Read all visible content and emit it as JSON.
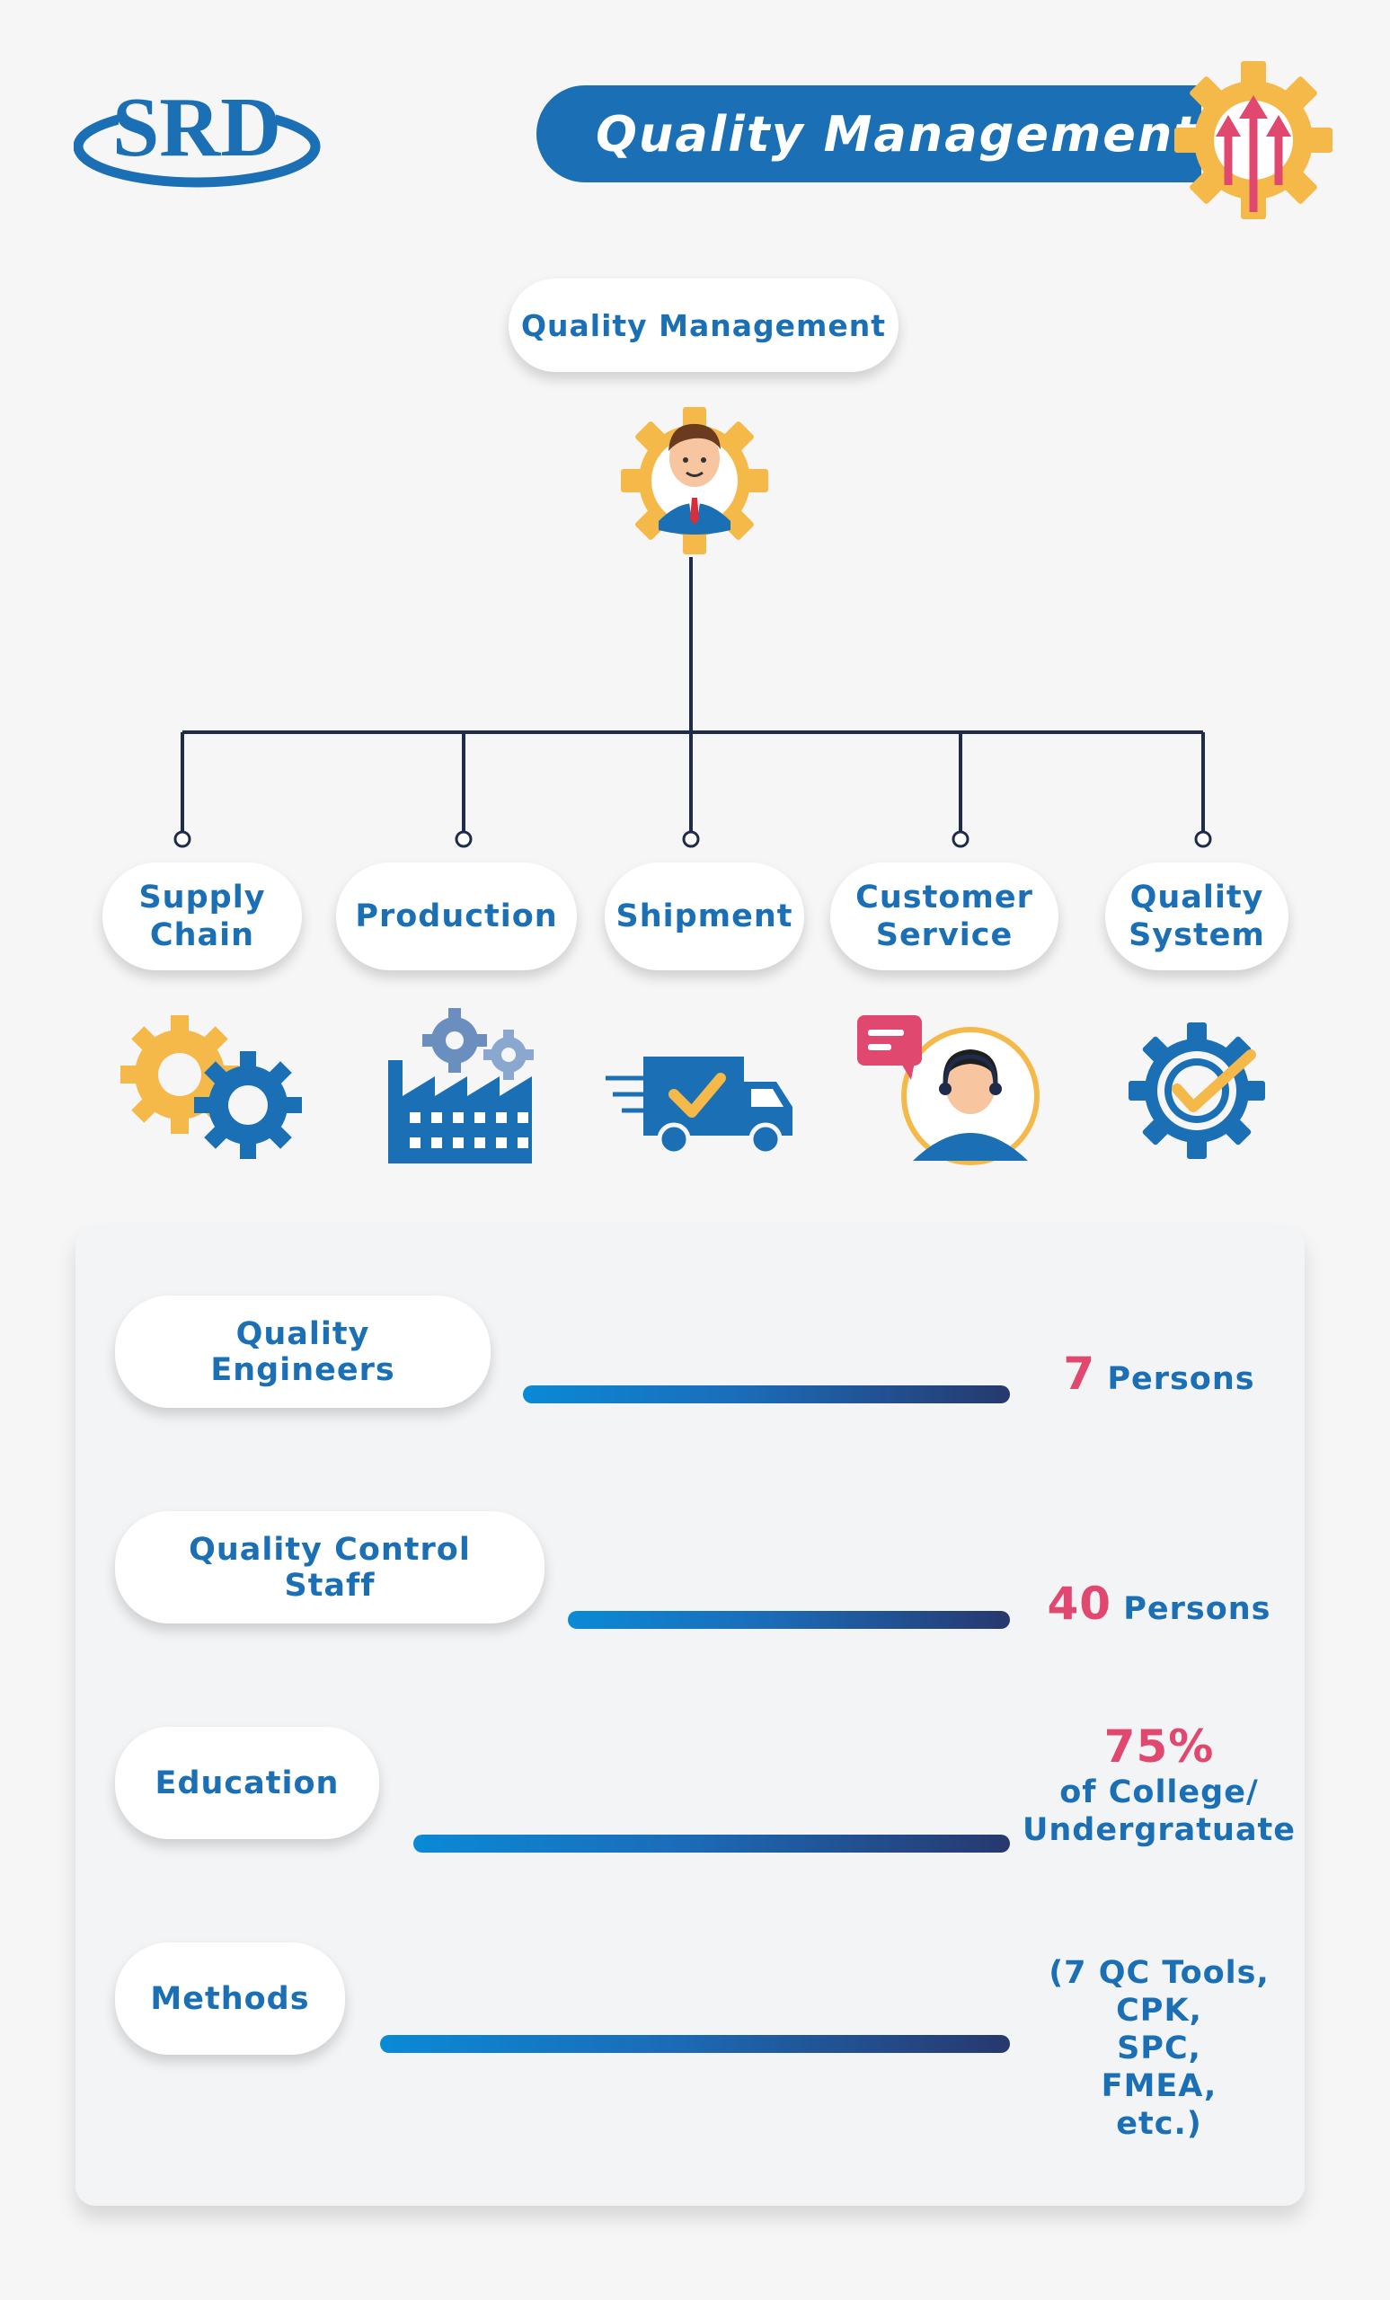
{
  "logo": {
    "text": "SRD"
  },
  "header": {
    "title": "Quality Management",
    "icon": "gear-arrows-up-icon"
  },
  "org": {
    "head": {
      "label": "Quality Management",
      "icon": "manager-gear-icon"
    },
    "departments": [
      {
        "label_lines": [
          "Supply",
          "Chain"
        ],
        "icon": "gears-icon"
      },
      {
        "label_lines": [
          "Production"
        ],
        "icon": "factory-icon"
      },
      {
        "label_lines": [
          "Shipment"
        ],
        "icon": "delivery-truck-icon"
      },
      {
        "label_lines": [
          "Customer",
          "Service"
        ],
        "icon": "support-agent-icon"
      },
      {
        "label_lines": [
          "Quality",
          "System"
        ],
        "icon": "gear-check-icon"
      }
    ]
  },
  "stats": [
    {
      "label": "Quality Engineers",
      "value": "7",
      "unit": "Persons"
    },
    {
      "label": "Quality Control Staff",
      "value": "40",
      "unit": "Persons"
    },
    {
      "label": "Education",
      "value": "75%",
      "lines": [
        "of College/",
        "Undergratuate"
      ]
    },
    {
      "label": "Methods",
      "lines": [
        "(7 QC Tools,",
        "CPK,",
        "SPC,",
        "FMEA,",
        "etc.)"
      ]
    }
  ],
  "colors": {
    "brand_blue": "#1a6fb5",
    "accent_pink": "#e0486f",
    "gear_yellow": "#f5b94a",
    "line_dark": "#1e2b4a"
  }
}
